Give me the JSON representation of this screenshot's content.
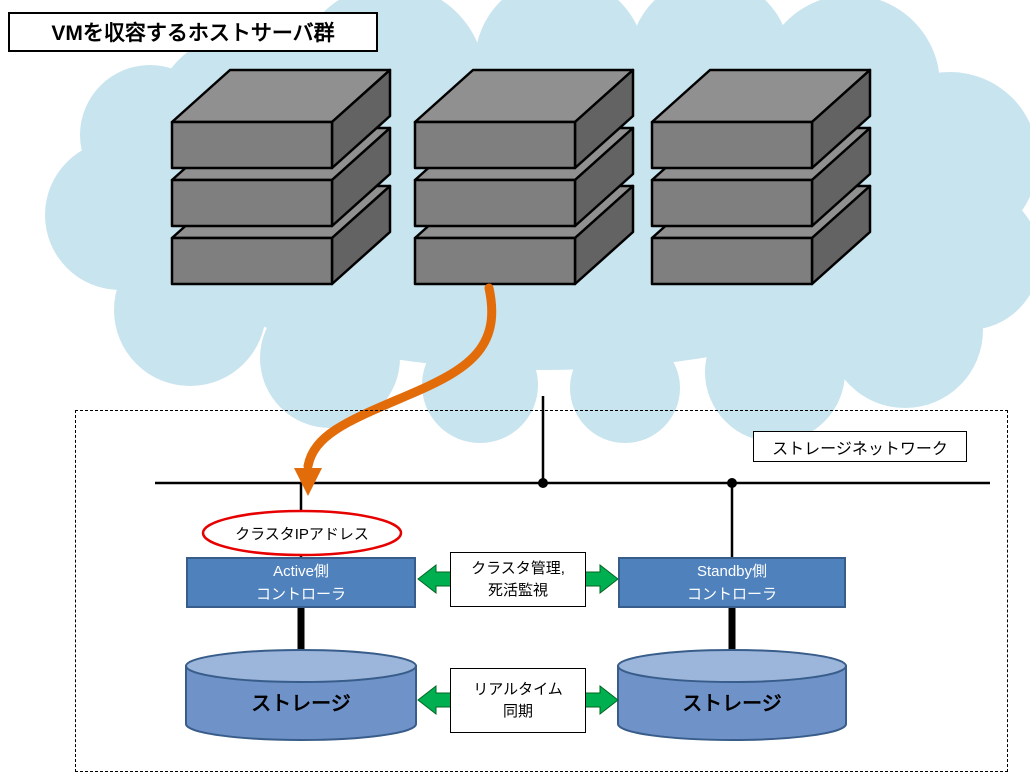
{
  "title": "VMを収容するホストサーバ群",
  "storage_network": {
    "label": "ストレージネットワーク",
    "cluster_ip_label": "クラスタIPアドレス",
    "active_controller": {
      "line1": "Active側",
      "line2": "コントローラ"
    },
    "standby_controller": {
      "line1": "Standby側",
      "line2": "コントローラ"
    },
    "management_link": {
      "line1": "クラスタ管理,",
      "line2": "死活監視"
    },
    "sync_link": {
      "line1": "リアルタイム",
      "line2": "同期"
    },
    "active_storage_label": "ストレージ",
    "standby_storage_label": "ストレージ"
  },
  "colors": {
    "cloud": "#c8e4ee",
    "server_front": "#7f7f7f",
    "server_top": "#909090",
    "server_side": "#636363",
    "controller_blue": "#4f81bd",
    "controller_border": "#385d8a",
    "cylinder_body": "#6f92c8",
    "cylinder_top": "#9cb5db",
    "arrow_green": "#00b050",
    "arrow_orange": "#e36c0a",
    "ellipse_red": "#e60000",
    "line_black": "#000000"
  }
}
